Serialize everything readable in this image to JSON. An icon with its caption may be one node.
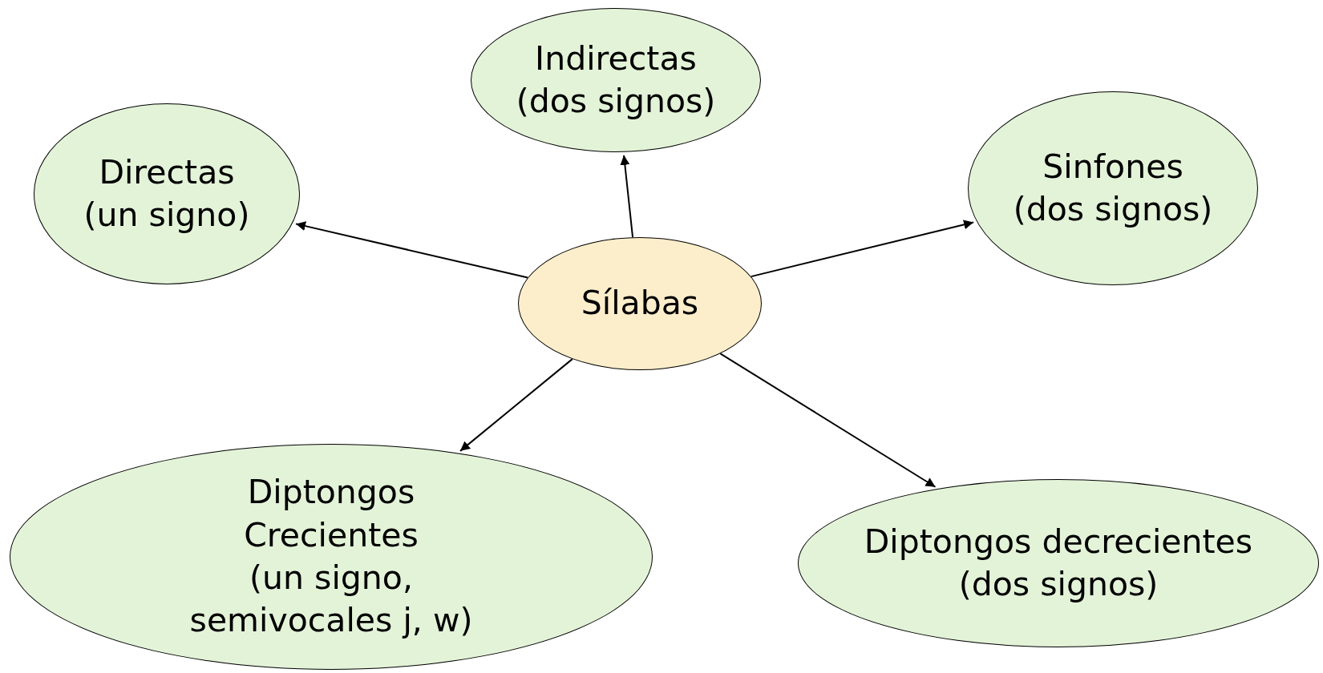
{
  "diagram": {
    "nodes": [
      {
        "text": [
          "Sílabas"
        ]
      },
      {
        "text": [
          "Directas",
          "(un signo)"
        ]
      },
      {
        "text": [
          "Indirectas",
          "(dos signos)"
        ]
      },
      {
        "text": [
          "Sinfones",
          "(dos signos)"
        ]
      },
      {
        "text": [
          "Diptongos Crecientes",
          "(un signo, semivocales j, w)"
        ]
      },
      {
        "text": [
          "Diptongos decrecientes",
          "(dos signos)"
        ]
      }
    ],
    "edges": [
      {
        "from": 0,
        "to": 1,
        "arrow": "to"
      },
      {
        "from": 0,
        "to": 2,
        "arrow": "to"
      },
      {
        "from": 0,
        "to": 3,
        "arrow": "to"
      },
      {
        "from": 0,
        "to": 4,
        "arrow": "to"
      },
      {
        "from": 0,
        "to": 5,
        "arrow": "to"
      }
    ]
  }
}
